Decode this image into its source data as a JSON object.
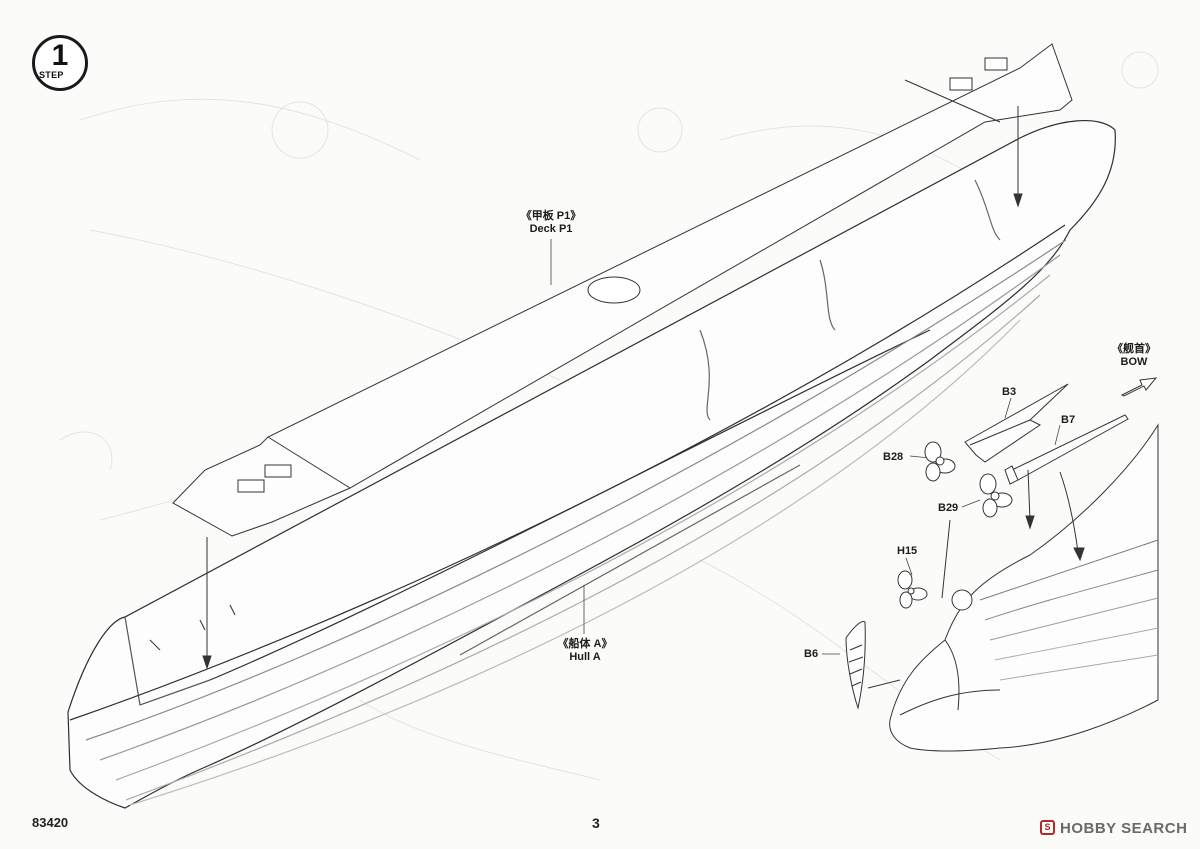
{
  "step": {
    "number": "1",
    "word": "STEP"
  },
  "labels": {
    "deck": {
      "zh": "《甲板 P1》",
      "en": "Deck P1"
    },
    "hull": {
      "zh": "《船体 A》",
      "en": "Hull A"
    },
    "bow": {
      "zh": "《舰首》",
      "en": "BOW"
    }
  },
  "parts": {
    "b3": "B3",
    "b7": "B7",
    "b28": "B28",
    "b29": "B29",
    "h15": "H15",
    "b6": "B6"
  },
  "footer": {
    "code": "83420",
    "page": "3"
  },
  "watermark": {
    "brand": "HOBBY SEARCH",
    "icon_glyph": "S"
  }
}
